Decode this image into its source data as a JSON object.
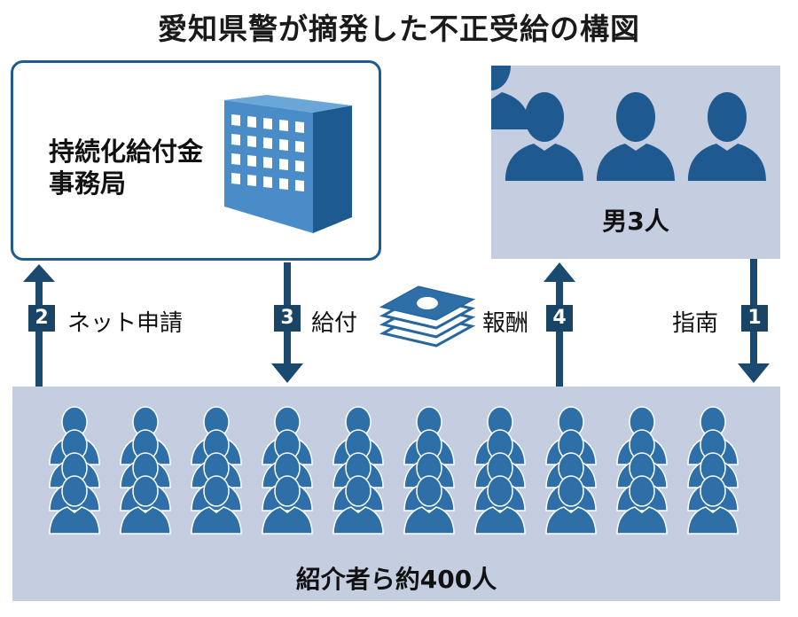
{
  "title": "愛知県警が摘発した不正受給の構図",
  "nodes": {
    "office": {
      "label": "持続化給付金\n事務局"
    },
    "men": {
      "label": "男3人"
    },
    "introducers": {
      "label": "紹介者ら約400人"
    }
  },
  "flows": [
    {
      "step": "1",
      "label": "指南"
    },
    {
      "step": "2",
      "label": "ネット申請"
    },
    {
      "step": "3",
      "label": "給付"
    },
    {
      "step": "4",
      "label": "報酬"
    }
  ],
  "colors": {
    "icon": "#27679f",
    "arrow": "#1b4a70",
    "panel": "#c5cde0",
    "step_badge": "#1a4466"
  }
}
